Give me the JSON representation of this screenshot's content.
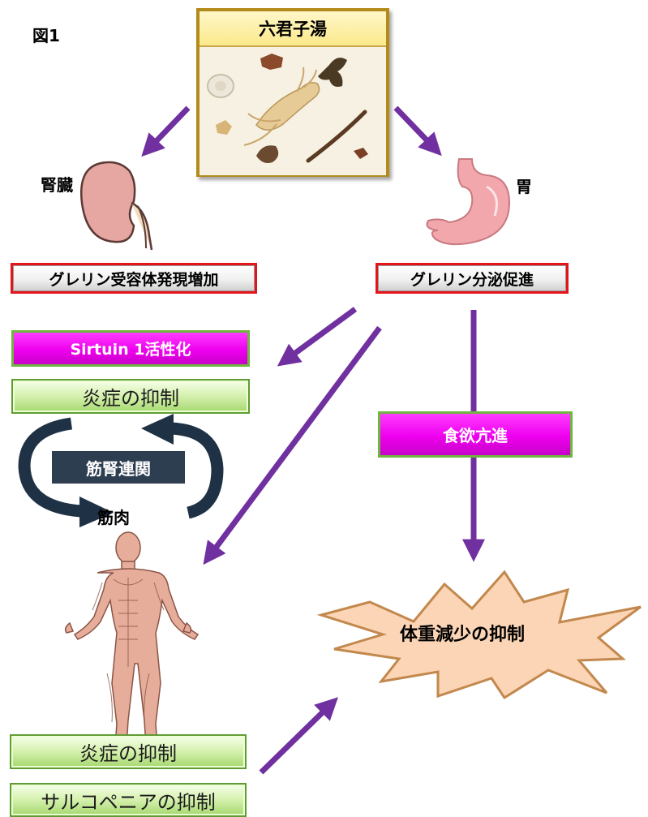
{
  "figure_label": "図1",
  "herbal": {
    "title": "六君子湯"
  },
  "organs": {
    "kidney": "腎臓",
    "stomach": "胃",
    "muscle": "筋肉"
  },
  "boxes": {
    "ghrelin_receptor": "グレリン受容体発現増加",
    "ghrelin_secretion": "グレリン分泌促進",
    "sirtuin": "Sirtuin 1活性化",
    "inflammation_top": "炎症の抑制",
    "muscle_kidney": "筋腎連関",
    "appetite": "食欲亢進",
    "weight_loss": "体重減少の抑制",
    "inflammation_bottom": "炎症の抑制",
    "sarcopenia": "サルコペニアの抑制"
  },
  "colors": {
    "arrow": "#7030a0",
    "red_border": "#e3141c",
    "magenta": "#ee00ee",
    "green": "#a6d86f",
    "navy": "#1f3145",
    "burst_fill": "#fbd5b5",
    "burst_stroke": "#c2884d"
  },
  "icons": [
    "kidney-icon",
    "stomach-icon",
    "human-muscle-icon",
    "herbs-image",
    "cycle-arrow-icon"
  ]
}
